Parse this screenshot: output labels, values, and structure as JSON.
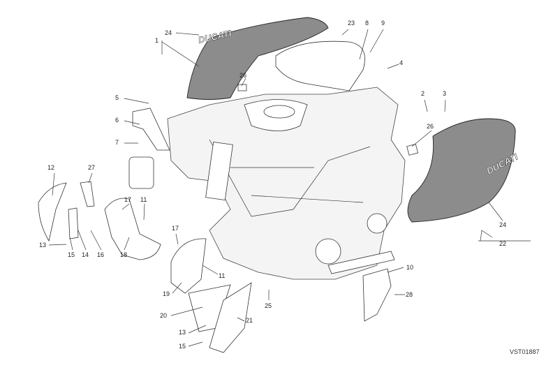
{
  "diagram": {
    "code": "VST01887",
    "brand_marking": "DUCATI",
    "callouts": {
      "c24a": "24",
      "c1": "1",
      "c23": "23",
      "c8": "8",
      "c9": "9",
      "c4": "4",
      "c26a": "26",
      "c5": "5",
      "c6": "6",
      "c7": "7",
      "c2": "2",
      "c3": "3",
      "c26b": "26",
      "c12": "12",
      "c27": "27",
      "c17a": "17",
      "c11a": "11",
      "c13a": "13",
      "c15a": "15",
      "c14": "14",
      "c16": "16",
      "c18": "18",
      "c17b": "17",
      "c11b": "11",
      "c19": "19",
      "c20": "20",
      "c21": "21",
      "c13b": "13",
      "c15b": "15",
      "c25": "25",
      "c10": "10",
      "c28": "28",
      "c24b": "24",
      "c22": "22"
    }
  }
}
